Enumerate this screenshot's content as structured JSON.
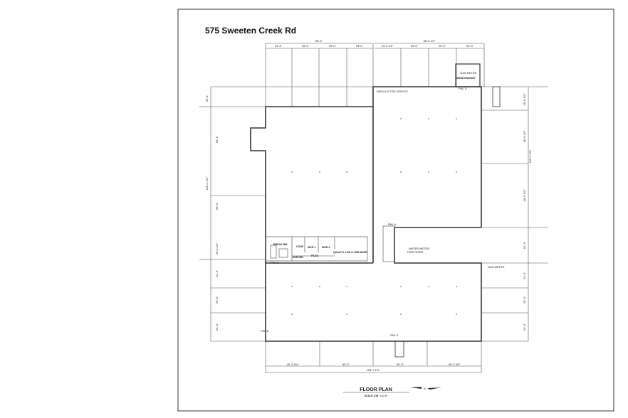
{
  "title": "575 Sweeten Creek Rd",
  "plan": {
    "heading": "FLOOR PLAN",
    "scale": "SCALE 1/16\" = 1'-0\"",
    "north_arrow_label": "N"
  },
  "dimensions": {
    "top_left_total": "98'-4\"",
    "top_right_total": "98'-5 1/2\"",
    "top_bays": [
      "24'-4\"",
      "25'-0\"",
      "25'-0\"",
      "24'-0\"",
      "24'-3 1/2\"",
      "25'-0\"",
      "25'-0\"",
      "24'-3\""
    ],
    "bottom_bays": [
      "49'-3 3/4\"",
      "50'-0\"",
      "50'-0\"",
      "49'-3 3/4\""
    ],
    "bottom_total": "198'-7 1/2\"",
    "left_side": [
      "50'-1\"",
      "50'-1\"",
      "146'-1 1/2\"",
      "50'-0\"",
      "46'-0 1/2\"",
      "24'-4\"",
      "25'-0\"",
      "24'-4\""
    ],
    "right_side": [
      "25'-6 1/2\"",
      "48'-6 1/2\"",
      "130'-5 1/2\"",
      "48'-6 1/2\"",
      "51'-4\"",
      "24'-4\"",
      "25'-0\"",
      "24'-4\""
    ]
  },
  "rooms": {
    "maintenance": "MAINTENANCE",
    "new_electric": "NEW ELECTRIC SERVICE",
    "break_rm": "BREAK RM",
    "conf": "CONF",
    "mgr1": "MGR 1",
    "mgr2": "MGR 2",
    "quality_lab": "QUALITY LAB & JOB MGMT",
    "server": "SERVER",
    "files": "FILES",
    "gas_meter_top": "GAS METER",
    "gas_meter_right": "GAS METER",
    "water_meter": "WATER METER",
    "fire_riser": "FIRE RISER",
    "pnl_a": "PNL A",
    "pnl_b": "PNL B",
    "pnl_c": "PNL C",
    "pnl_d": "PNL D",
    "pnl_e": "PNL E"
  }
}
